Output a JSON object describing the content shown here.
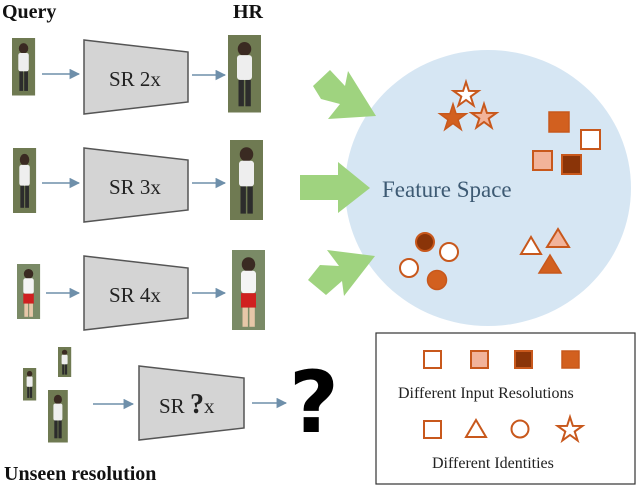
{
  "headers": {
    "query": "Query",
    "hr": "HR",
    "unseen": "Unseen resolution"
  },
  "sr_blocks": [
    {
      "label": "SR 2x"
    },
    {
      "label": "SR 3x"
    },
    {
      "label": "SR 4x"
    }
  ],
  "unknown_block": {
    "prefix": "SR ",
    "mark": "?",
    "suffix": "x"
  },
  "question_mark": "?",
  "feature_space": {
    "label": "Feature Space"
  },
  "legend": {
    "resolutions_label": "Different Input Resolutions",
    "identities_label": "Different Identities",
    "resolution_fills": [
      "#ffffff",
      "#f2b39a",
      "#9a3a10",
      "#d8601e"
    ],
    "identity_shapes": [
      "square",
      "triangle",
      "circle",
      "star"
    ]
  },
  "colors": {
    "marker_stroke": "#c8581c",
    "marker_dark": "#8a3408",
    "marker_mid": "#d2601f",
    "marker_light": "#f2b39a",
    "sphere": "#d6e6f3",
    "green_arrow": "#9fd37f",
    "box_fill": "#d4d4d4",
    "box_stroke": "#555555",
    "flow_arrow": "#6e8faa"
  }
}
